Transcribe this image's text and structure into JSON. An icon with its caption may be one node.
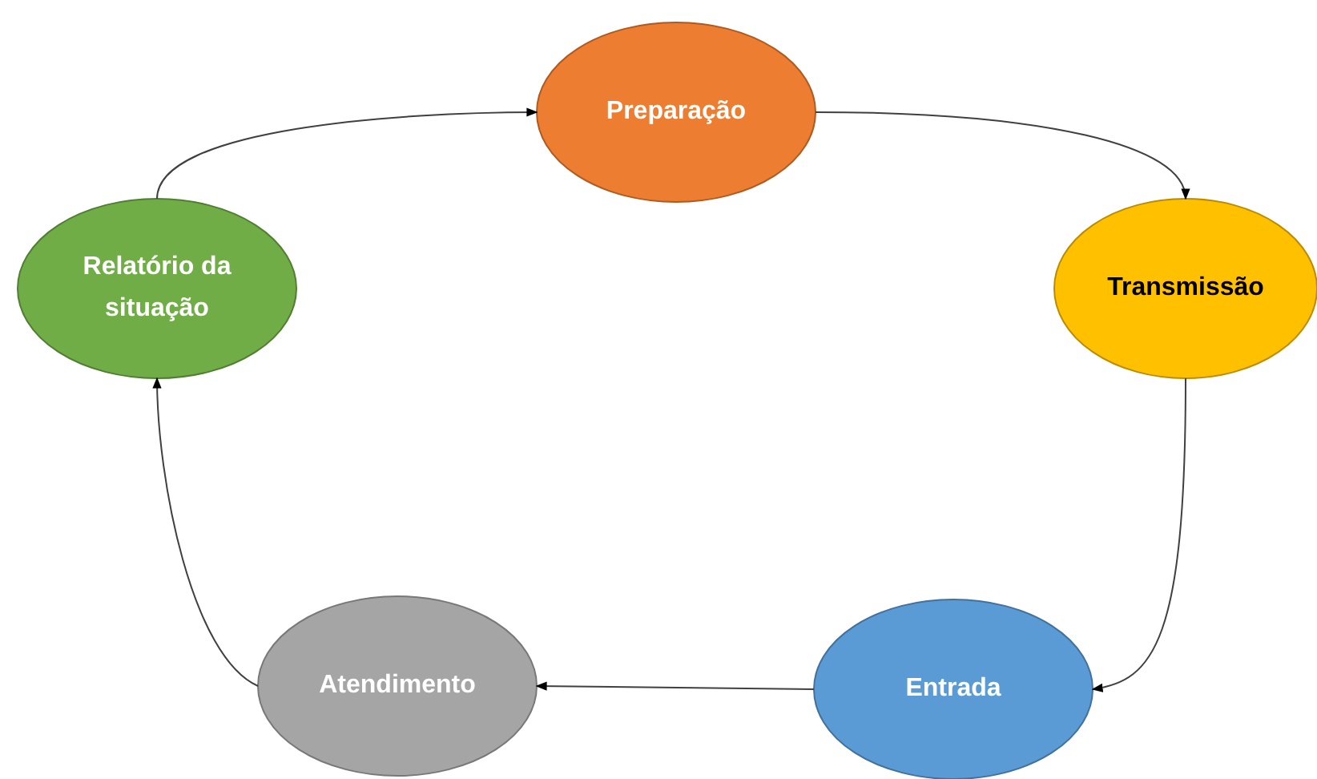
{
  "diagram": {
    "nodes": [
      {
        "text": [
          "Preparação"
        ]
      },
      {
        "text": [
          "Transmissão"
        ]
      },
      {
        "text": [
          "Entrada"
        ]
      },
      {
        "text": [
          "Atendimento"
        ]
      },
      {
        "text": [
          "Relatório da situação"
        ]
      }
    ],
    "edges": [
      {
        "from": 0,
        "to": 1,
        "arrow": "to"
      },
      {
        "from": 1,
        "to": 2,
        "arrow": "to"
      },
      {
        "from": 2,
        "to": 3,
        "arrow": "to"
      },
      {
        "from": 3,
        "to": 4,
        "arrow": "to"
      },
      {
        "from": 4,
        "to": 0,
        "arrow": "to"
      }
    ]
  }
}
